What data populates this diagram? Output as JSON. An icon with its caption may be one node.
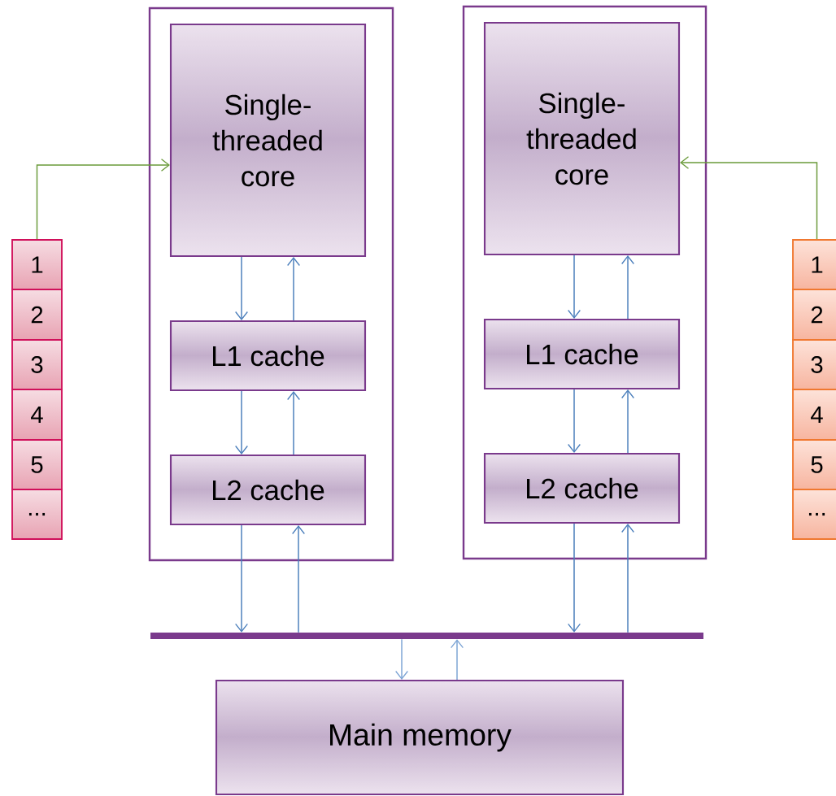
{
  "diagram": {
    "nodes": [
      {
        "text": [],
        "shape": "box"
      },
      {
        "text": [
          "Single-threaded core"
        ],
        "in": 0
      },
      {
        "text": [
          "L1 cache"
        ],
        "in": 0
      },
      {
        "text": [
          "L2 cache"
        ],
        "in": 0
      },
      {
        "text": [],
        "shape": "box"
      },
      {
        "text": [
          "Single-threaded core"
        ],
        "in": 4
      },
      {
        "text": [
          "L1 cache"
        ],
        "in": 4
      },
      {
        "text": [
          "L2 cache"
        ],
        "in": 4
      },
      {
        "text": [],
        "shape": "bar"
      },
      {
        "text": [
          "Main memory"
        ]
      },
      {
        "text": [
          "1"
        ]
      },
      {
        "text": [
          "2"
        ]
      },
      {
        "text": [
          "3"
        ]
      },
      {
        "text": [
          "4"
        ]
      },
      {
        "text": [
          "5"
        ]
      },
      {
        "text": [
          "..."
        ]
      },
      {
        "text": [
          "1"
        ]
      },
      {
        "text": [
          "2"
        ]
      },
      {
        "text": [
          "3"
        ]
      },
      {
        "text": [
          "4"
        ]
      },
      {
        "text": [
          "5"
        ]
      },
      {
        "text": [
          "..."
        ]
      }
    ],
    "edges": [
      {
        "from": 1,
        "to": 2,
        "arrow": "to"
      },
      {
        "from": 2,
        "to": 1,
        "arrow": "to"
      },
      {
        "from": 2,
        "to": 3,
        "arrow": "to"
      },
      {
        "from": 3,
        "to": 2,
        "arrow": "to"
      },
      {
        "from": 3,
        "to": 8,
        "arrow": "to"
      },
      {
        "from": 8,
        "to": 3,
        "arrow": "to"
      },
      {
        "from": 5,
        "to": 6,
        "arrow": "to"
      },
      {
        "from": 6,
        "to": 5,
        "arrow": "to"
      },
      {
        "from": 6,
        "to": 7,
        "arrow": "to"
      },
      {
        "from": 7,
        "to": 6,
        "arrow": "to"
      },
      {
        "from": 7,
        "to": 8,
        "arrow": "to"
      },
      {
        "from": 8,
        "to": 7,
        "arrow": "to"
      },
      {
        "from": 8,
        "to": 9,
        "arrow": "to",
        "color": "#7ba3d4"
      },
      {
        "from": 9,
        "to": 8,
        "arrow": "to",
        "color": "#7ba3d4"
      },
      {
        "from": 10,
        "to": 1,
        "arrow": "to",
        "color": "#6a9a3a"
      },
      {
        "from": 16,
        "to": 5,
        "arrow": "to",
        "color": "#6a9a3a"
      }
    ]
  }
}
